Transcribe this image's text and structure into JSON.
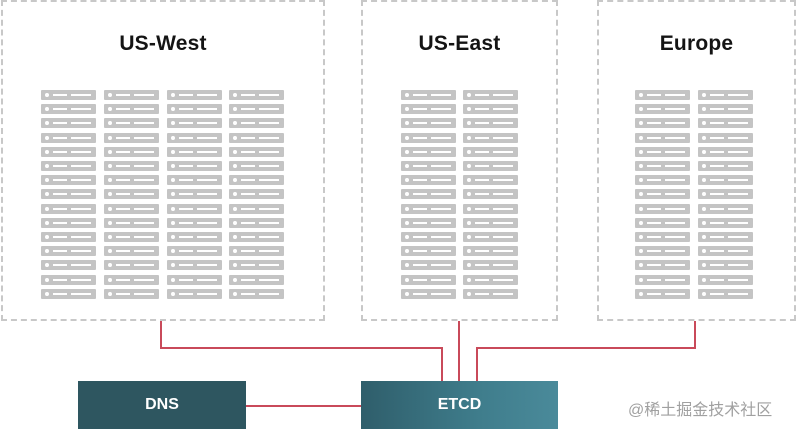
{
  "regions": [
    {
      "name": "US-West",
      "racks": 4
    },
    {
      "name": "US-East",
      "racks": 2
    },
    {
      "name": "Europe",
      "racks": 2
    }
  ],
  "servers_per_rack": 15,
  "nodes": {
    "dns": {
      "label": "DNS"
    },
    "etcd": {
      "label": "ETCD"
    }
  },
  "connections": [
    {
      "from": "US-West",
      "to": "ETCD"
    },
    {
      "from": "US-East",
      "to": "ETCD"
    },
    {
      "from": "Europe",
      "to": "ETCD"
    },
    {
      "from": "DNS",
      "to": "ETCD"
    }
  ],
  "colors": {
    "link": "#c94a5a",
    "server": "#c4c4c4",
    "dns": "#2e5660",
    "etcd": "#3f7d8c"
  },
  "watermark": "@稀土掘金技术社区"
}
